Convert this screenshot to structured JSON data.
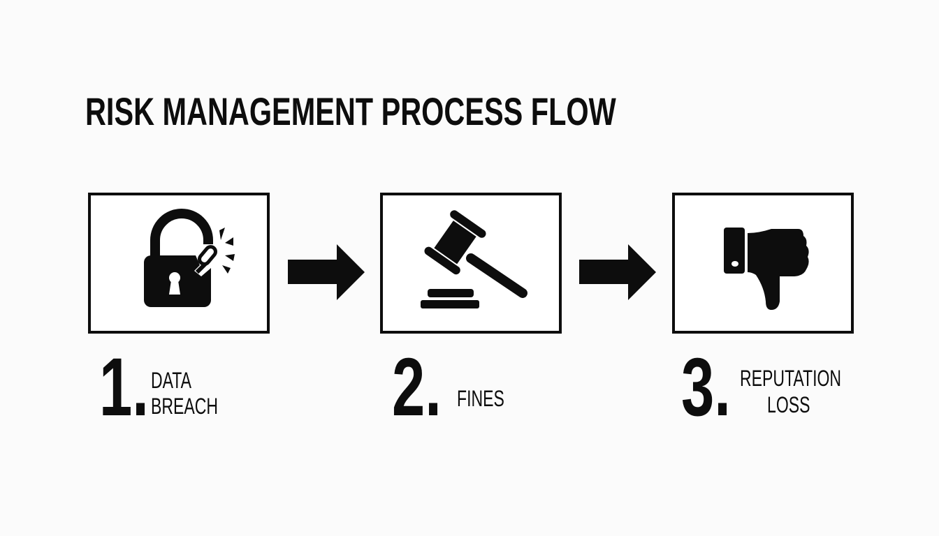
{
  "title": "RISK MANAGEMENT PROCESS FLOW",
  "colors": {
    "background": "#fbfbfb",
    "ink": "#0d0d0d",
    "box_fill": "#ffffff"
  },
  "steps": [
    {
      "number": "1.",
      "label_line1": "DATA",
      "label_line2": "BREACH",
      "icon": "broken-padlock-icon"
    },
    {
      "number": "2.",
      "label_line1": "FINES",
      "label_line2": "",
      "icon": "gavel-icon"
    },
    {
      "number": "3.",
      "label_line1": "REPUTATION",
      "label_line2": "LOSS",
      "icon": "thumbs-down-icon"
    }
  ],
  "connectors": [
    {
      "from": 1,
      "to": 2,
      "icon": "arrow-right-icon"
    },
    {
      "from": 2,
      "to": 3,
      "icon": "arrow-right-icon"
    }
  ]
}
